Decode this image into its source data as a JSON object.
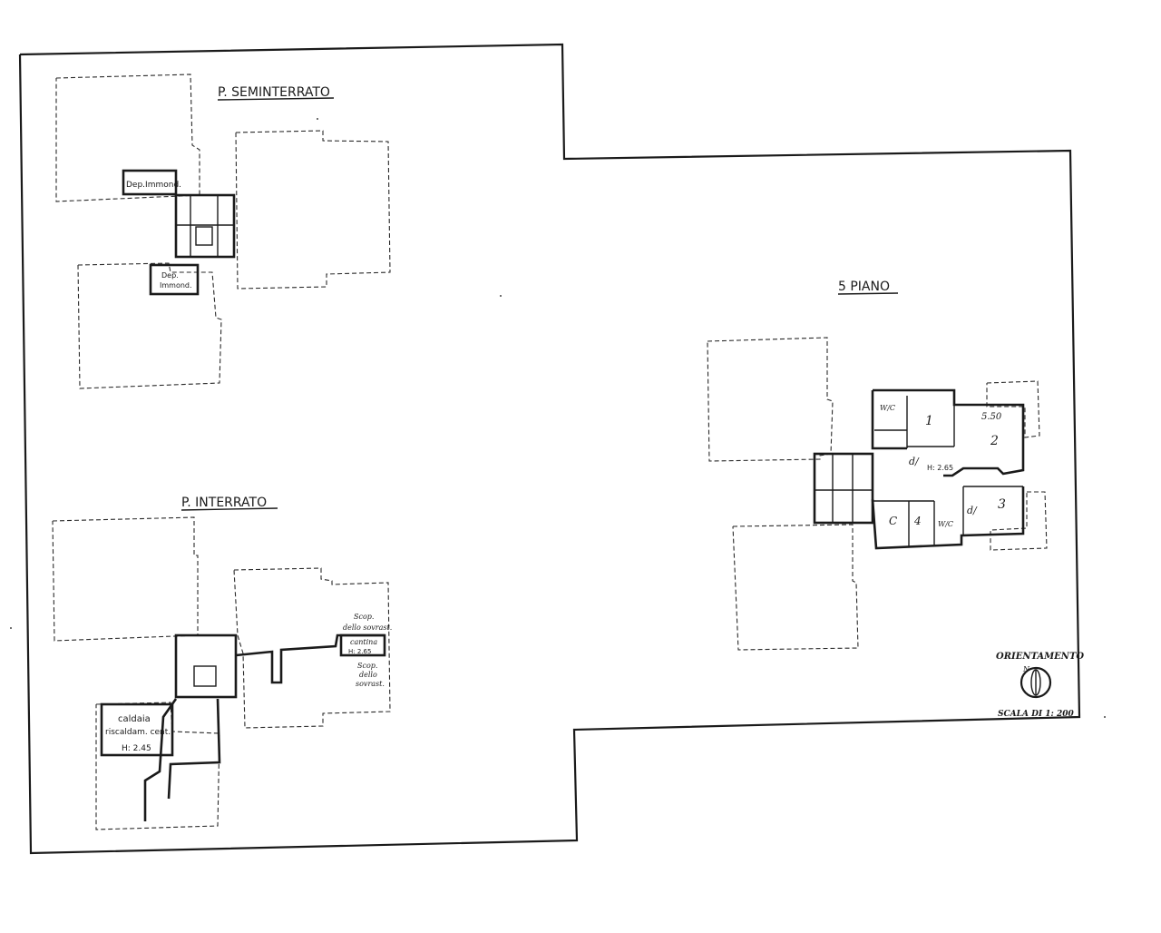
{
  "sheet": {
    "labels": {
      "seminterrato_title": "P. SEMINTERRATO",
      "interrato_title": "P. INTERRATO",
      "piano5_title": "5 PIANO",
      "dep_immond_1": "Dep.Immond.",
      "dep_immond_2a": "Dep.",
      "dep_immond_2b": "Immond.",
      "caldaia_1": "caldaia",
      "caldaia_2": "riscaldam. cent.",
      "caldaia_h": "H: 2.45",
      "cantina": "cantina",
      "cantina_h": "H: 2.65",
      "scop_1": "Scop.",
      "scop_2": "dello sovrast.",
      "scop_3": "Scop.",
      "scop_4": "dello",
      "scop_5": "sovrast.",
      "room_1": "1",
      "room_2": "2",
      "room_3": "3",
      "room_4": "4",
      "room_c": "C",
      "dis_h": "H: 2.65",
      "dis_1": "d/",
      "dis_2": "d/",
      "wc_1": "W/C",
      "wc_2": "W/C",
      "terrace": "5.50",
      "orientamento": "ORIENTAMENTO",
      "north": "N",
      "scala": "SCALA DI 1: 200"
    }
  }
}
